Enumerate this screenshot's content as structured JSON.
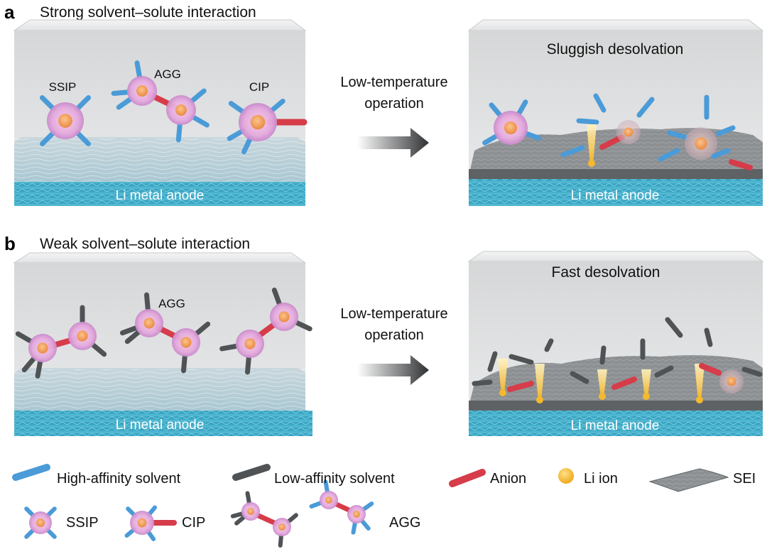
{
  "panels": [
    {
      "letter": "a",
      "heading": "Strong solvent–solute interaction",
      "left_labels": {
        "ssip": "SSIP",
        "agg": "AGG",
        "cip": "CIP"
      },
      "substrate": "Li metal anode",
      "arrow_text": [
        "Low-temperature",
        "operation"
      ],
      "right_title": "Sluggish desolvation",
      "right_substrate": "Li metal anode"
    },
    {
      "letter": "b",
      "heading": "Weak solvent–solute interaction",
      "left_labels": {
        "agg": "AGG"
      },
      "substrate": "Li metal anode",
      "arrow_text": [
        "Low-temperature",
        "operation"
      ],
      "right_title": "Fast desolvation",
      "right_substrate": "Li metal anode"
    }
  ],
  "legend": {
    "high_affinity": "High-affinity solvent",
    "low_affinity": "Low-affinity solvent",
    "anion": "Anion",
    "li_ion": "Li ion",
    "sei": "SEI",
    "ssip": "SSIP",
    "cip": "CIP",
    "agg": "AGG"
  },
  "colors": {
    "high_affinity": "#4a9bd8",
    "low_affinity": "#4f5356",
    "anion": "#d63c4a",
    "li_ion": "#f5b82e",
    "solvation_shell": "#e7b3e6",
    "li_core": "#f2a25a",
    "box_face": "#d9dadb",
    "sei": "#7a7e80",
    "anode": "#3aa6c4"
  }
}
